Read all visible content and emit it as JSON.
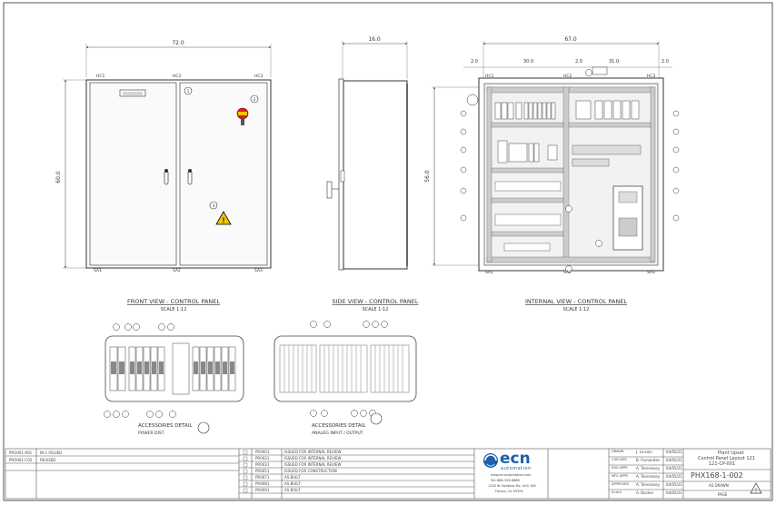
{
  "views": {
    "front_title": "FRONT VIEW - CONTROL PANEL",
    "side_title": "SIDE VIEW - CONTROL PANEL",
    "internal_title": "INTERNAL VIEW - CONTROL PANEL",
    "scale": "SCALE 1:12"
  },
  "details": {
    "left_title": "ACCESSORIES DETAIL",
    "left_sub": "POWER DIST",
    "right_title": "ACCESSORIES DETAIL",
    "right_sub": "ANALOG INPUT / OUTPUT"
  },
  "revisions": [
    {
      "rev": "PRO001-A01",
      "desc": "IN-1 ISSUED"
    },
    {
      "rev": "PRO001-C02",
      "desc": "REVISED"
    }
  ],
  "notes": [
    {
      "id": "PR0001",
      "desc": "ISSUED FOR INTERNAL REVIEW"
    },
    {
      "id": "PR0021",
      "desc": "ISSUED FOR INTERNAL REVIEW"
    },
    {
      "id": "PR0031",
      "desc": "ISSUED FOR INTERNAL REVIEW"
    },
    {
      "id": "PR0051",
      "desc": "ISSUED FOR CONSTRUCTION"
    },
    {
      "id": "PR0071",
      "desc": "AS BUILT"
    },
    {
      "id": "PR0081",
      "desc": "AS BUILT"
    },
    {
      "id": "PR0091",
      "desc": "AS BUILT"
    }
  ],
  "company": {
    "logo_text": "ecn",
    "tagline": "automation",
    "website": "www.ecnautomation.com",
    "phone": "Tel: 888-326-8888",
    "address": "1200 W Sandbox Rd, Unit 108",
    "city": "Fresno, CA 93305"
  },
  "signoffs": [
    {
      "role": "DRAWN",
      "name": "J. Lincoln",
      "date": "04/05/21"
    },
    {
      "role": "CHECKED",
      "name": "B. Fernandes",
      "date": "04/05/21"
    },
    {
      "role": "ENG APPR",
      "name": "A. Tennessey",
      "date": "04/05/21"
    },
    {
      "role": "MFG APPR",
      "name": "A. Tennessey",
      "date": "04/05/21"
    },
    {
      "role": "APPROVED",
      "name": "A. Tennessey",
      "date": "04/05/21"
    },
    {
      "role": "SCALE",
      "name": "A. Decker",
      "date": "04/05/21"
    }
  ],
  "title_block": {
    "project": "Plant Upset",
    "title": "Control Panel Layout 121",
    "drawing_id": "121-CP-001",
    "drawing_number": "PHX168-1-002",
    "size": "AS DRAWN",
    "sheet": "PAGE"
  }
}
